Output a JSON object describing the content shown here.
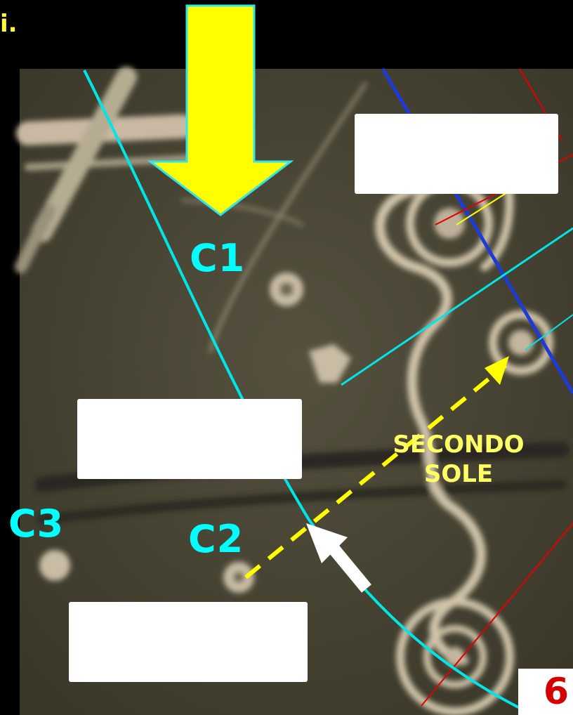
{
  "slide": {
    "top_text": "i.",
    "page_number": "6"
  },
  "labels": {
    "c1": "C1",
    "c2": "C2",
    "c3": "C3",
    "second_sun_line1": "SECONDO",
    "second_sun_line2": "SOLE"
  },
  "colors": {
    "background": "#000000",
    "photo_base": "#4a4638",
    "label_cyan": "#00ffff",
    "arrow_yellow": "#ffff00",
    "text_yellow": "#ffff66",
    "red_lines": "#e00000",
    "blue_line": "#1f3bd6",
    "page_number_red": "#d40000"
  },
  "icons": {
    "big_arrow": "yellow-down-arrow-icon",
    "pointer_arrow": "white-arrow-icon"
  }
}
